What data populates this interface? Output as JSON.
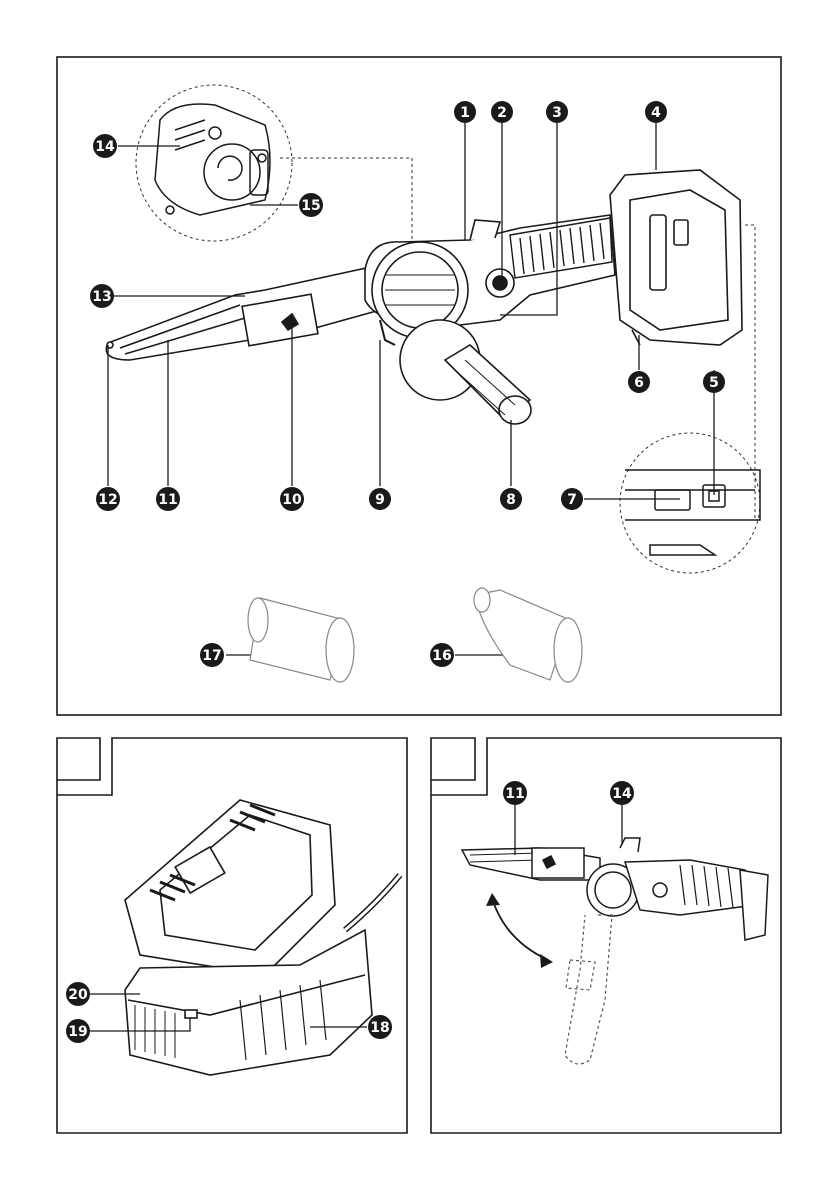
{
  "callouts": {
    "c1": "1",
    "c2": "2",
    "c3": "3",
    "c4": "4",
    "c5": "5",
    "c6": "6",
    "c7": "7",
    "c8": "8",
    "c9": "9",
    "c10": "10",
    "c11": "11",
    "c12": "12",
    "c13": "13",
    "c14": "14",
    "c15": "15",
    "c16": "16",
    "c17": "17",
    "c18": "18",
    "c19": "19",
    "c20": "20",
    "c11b": "11",
    "c14b": "14"
  },
  "colors": {
    "line": "#1a1a1a",
    "fill": "#ffffff",
    "dark": "#222222"
  }
}
